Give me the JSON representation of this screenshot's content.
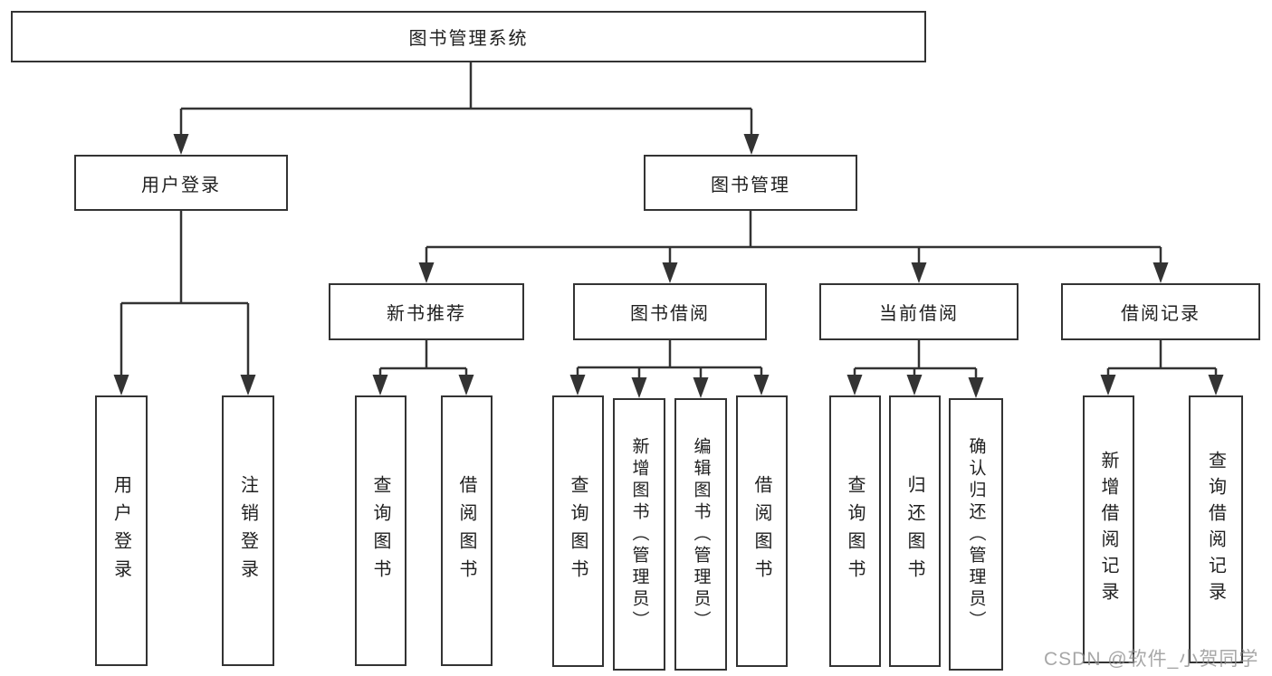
{
  "diagram": {
    "type": "tree",
    "title": "图书管理系统",
    "nodes": {
      "root": "图书管理系统",
      "level2": {
        "user_login": "用户登录",
        "book_mgmt": "图书管理"
      },
      "level3": {
        "new_book_rec": "新书推荐",
        "book_borrow": "图书借阅",
        "current_borrow": "当前借阅",
        "borrow_records": "借阅记录"
      },
      "leaves": {
        "user_login": "用户登录",
        "logout": "注销登录",
        "query_book_rec": "查询图书",
        "borrow_book_rec": "借阅图书",
        "query_book_borrow": "查询图书",
        "add_book_admin": "新增图书（管理员）",
        "edit_book_admin": "编辑图书（管理员）",
        "borrow_book_borrow": "借阅图书",
        "query_book_current": "查询图书",
        "return_book": "归还图书",
        "confirm_return_admin": "确认归还（管理员）",
        "add_borrow_record": "新增借阅记录",
        "query_borrow_record": "查询借阅记录"
      }
    },
    "edges": [
      "图书管理系统 → 用户登录",
      "图书管理系统 → 图书管理",
      "用户登录 → 用户登录",
      "用户登录 → 注销登录",
      "图书管理 → 新书推荐",
      "图书管理 → 图书借阅",
      "图书管理 → 当前借阅",
      "图书管理 → 借阅记录",
      "新书推荐 → 查询图书",
      "新书推荐 → 借阅图书",
      "图书借阅 → 查询图书",
      "图书借阅 → 新增图书（管理员）",
      "图书借阅 → 编辑图书（管理员）",
      "图书借阅 → 借阅图书",
      "当前借阅 → 查询图书",
      "当前借阅 → 归还图书",
      "当前借阅 → 确认归还（管理员）",
      "借阅记录 → 新增借阅记录",
      "借阅记录 → 查询借阅记录"
    ]
  },
  "watermark": "CSDN @软件_小贺同学",
  "colors": {
    "line": "#333333",
    "text": "#1f1f1f",
    "background": "#ffffff",
    "watermark": "#8f8f8f"
  }
}
